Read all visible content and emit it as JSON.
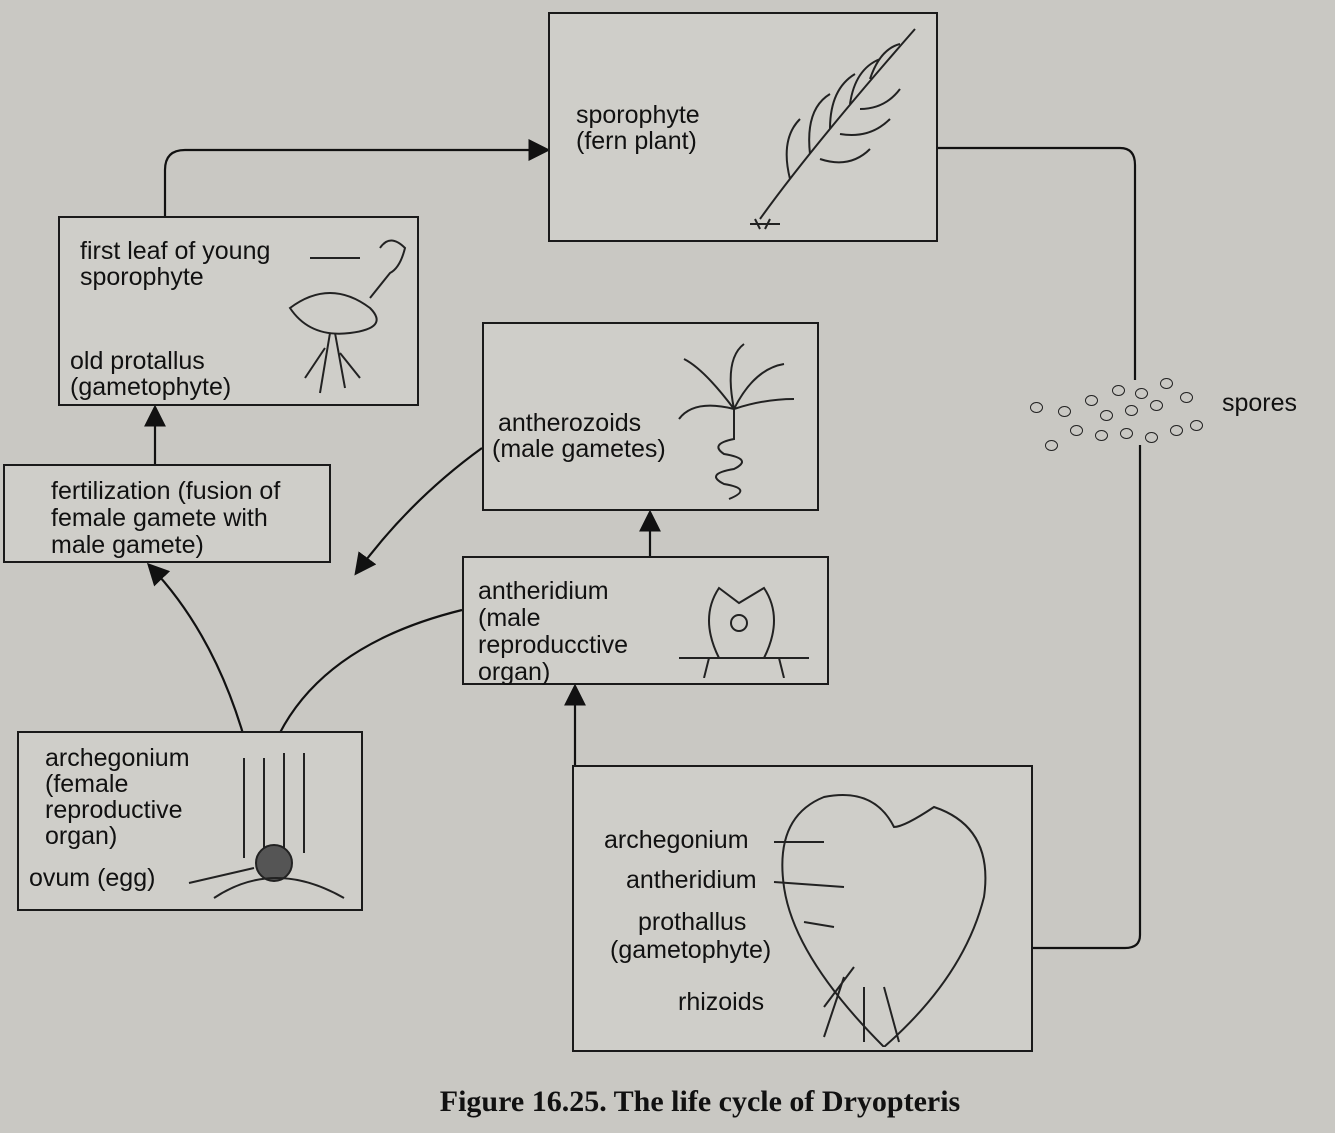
{
  "stages": {
    "sporophyte": {
      "line1": "sporophyte",
      "line2": "(fern plant)"
    },
    "young_sporophyte": {
      "label1a": "first leaf of young",
      "label1b": "sporophyte",
      "label2a": "old protallus",
      "label2b": "(gametophyte)"
    },
    "antherozoids": {
      "line1": "antherozoids",
      "line2": "(male gametes)"
    },
    "fertilization": {
      "line1": "fertilization (fusion of",
      "line2": "female gamete with",
      "line3": "male gamete)"
    },
    "antheridium": {
      "line1": "antheridium",
      "line2": "(male",
      "line3": "reproducctive",
      "line4": "organ)"
    },
    "archegonium": {
      "line1": "archegonium",
      "line2": "(female",
      "line3": "reproductive",
      "line4": "organ)",
      "ovum": "ovum (egg)"
    },
    "prothallus": {
      "archegonium": "archegonium",
      "antheridium": "antheridium",
      "prothallus1": "prothallus",
      "prothallus2": "(gametophyte)",
      "rhizoids": "rhizoids"
    },
    "spores": {
      "label": "spores"
    }
  },
  "caption": "Figure 16.25. The life cycle of Dryopteris"
}
